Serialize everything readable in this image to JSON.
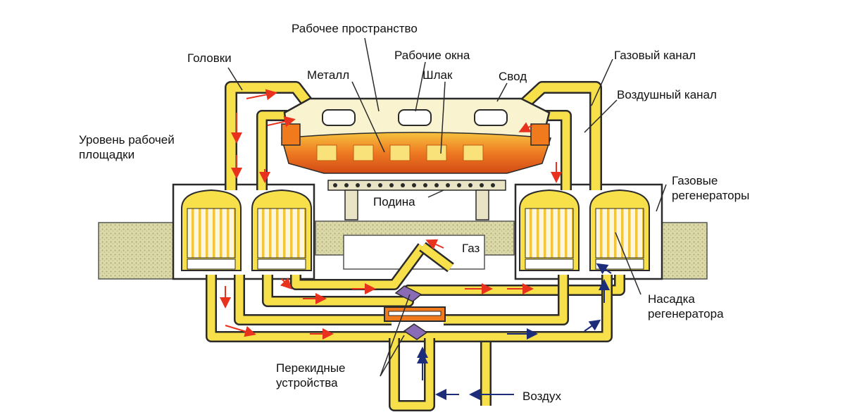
{
  "labels": {
    "working_space": "Рабочее пространство",
    "heads": "Головки",
    "working_windows": "Рабочие окна",
    "metal": "Металл",
    "slag": "Шлак",
    "roof": "Свод",
    "gas_channel": "Газовый канал",
    "air_channel": "Воздушный канал",
    "platform_level_1": "Уровень рабочей",
    "platform_level_2": "площадки",
    "hearth": "Подина",
    "gas_regenerators_1": "Газовые",
    "gas_regenerators_2": "регенераторы",
    "gas": "Газ",
    "checker_1": "Насадка",
    "checker_2": "регенератора",
    "reversing_1": "Перекидные",
    "reversing_2": "устройства",
    "air": "Воздух"
  },
  "colors": {
    "duct_fill": "#f7e04a",
    "duct_outline": "#2b2b2b",
    "hot_flow": "#e8321e",
    "cold_flow": "#1d2d7a",
    "furnace_body": "#faf3cf",
    "flame": "#f07a1c",
    "ground": "#d9d7a6"
  }
}
